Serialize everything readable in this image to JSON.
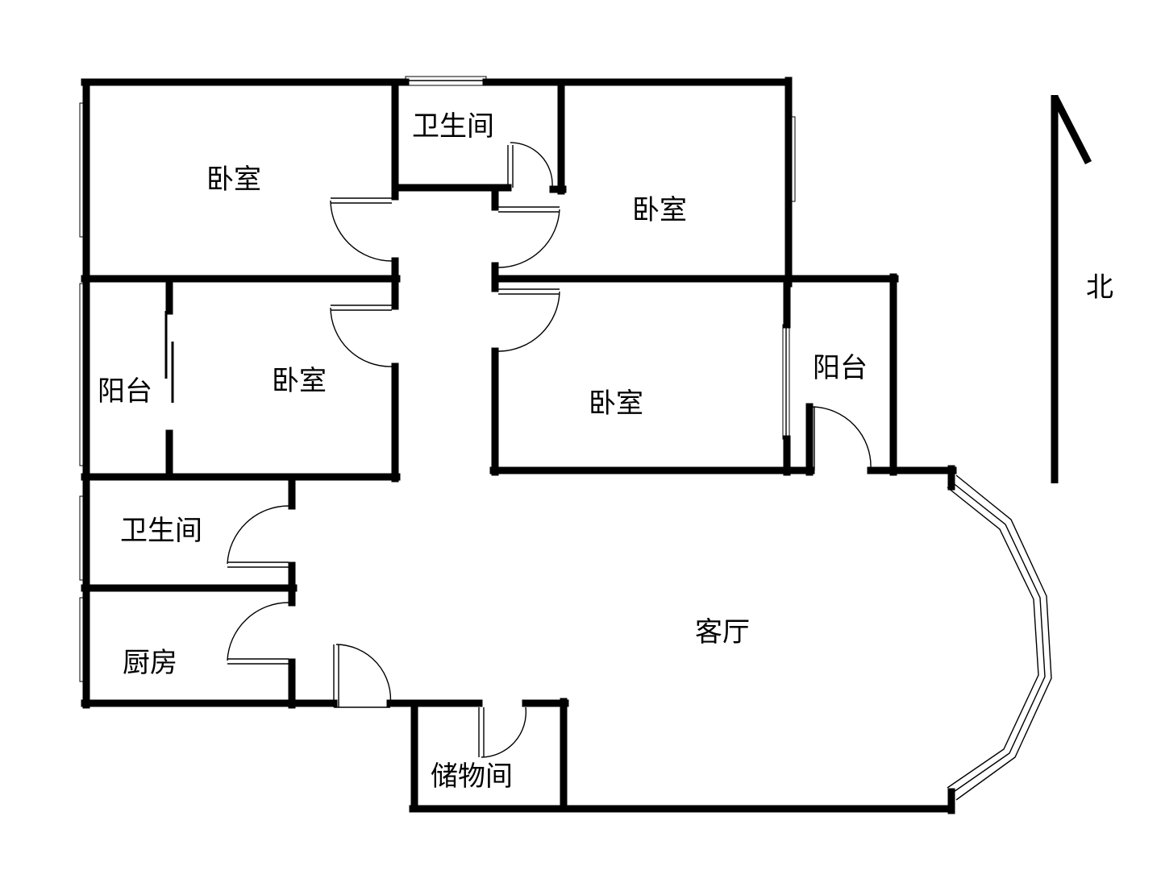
{
  "rooms": {
    "bedroom_nw": "卧室",
    "bath_top": "卫生间",
    "bedroom_ne": "卧室",
    "balcony_w": "阳台",
    "bedroom_w": "卧室",
    "bedroom_e": "卧室",
    "balcony_e": "阳台",
    "bath_w": "卫生间",
    "kitchen": "厨房",
    "living": "客厅",
    "storage": "储物间"
  },
  "compass": {
    "label": "北"
  },
  "colors": {
    "wall": "#000000",
    "background": "#ffffff"
  }
}
